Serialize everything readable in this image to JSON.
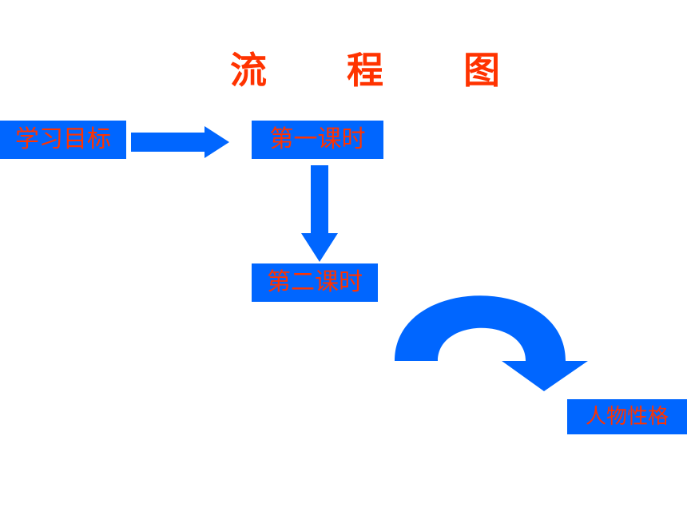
{
  "title": "流 程 图",
  "nodes": {
    "goal": "学习目标",
    "lesson1": "第一课时",
    "lesson2": "第二课时",
    "character": "人物性格"
  },
  "colors": {
    "box_fill": "#0066ff",
    "text": "#ff3300",
    "arrow": "#0066ff"
  },
  "icons": [
    "arrow-right-icon",
    "arrow-down-icon",
    "curved-arrow-icon"
  ]
}
